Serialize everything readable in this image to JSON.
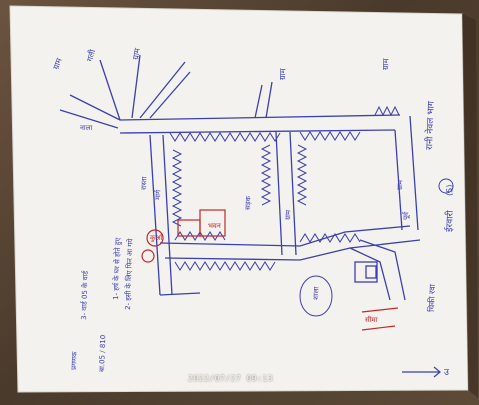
{
  "map": {
    "title": "रानी नेवल भाग",
    "title_number": "(5)",
    "title_ward": "ईरवारी",
    "labels": {
      "gram_1": "ग्राम",
      "road_left": "गली",
      "road_top": "ग्राम",
      "village_top_right": "ग्राम",
      "village_right": "ग्राम",
      "stream_label": "नाला",
      "route_label": "मार्ग",
      "east_label": "पूर्व",
      "right_bottom_label": "ग्राम",
      "road_bottom_right": "चिकी रवा",
      "school_label": "शाला",
      "centre_road": "सड़क",
      "left_road_label": "रास्ता",
      "mid_label": "ग्राम"
    },
    "notes": {
      "note_1": "1- हर्ष के घर से होते हुए",
      "note_2": "2- इसी के लिए फिर आ गये",
      "note_3": "3- वार्ड 05 के वार्ड",
      "signature_block": "प्रगणक"
    },
    "red_notes": {
      "building": "भवन",
      "well": "कुआँ",
      "boundary": "सीमा"
    },
    "bottom_code": "बा.05 / 810",
    "north_arrow": "उ",
    "timestamp": "2022/07/27 09:13"
  }
}
